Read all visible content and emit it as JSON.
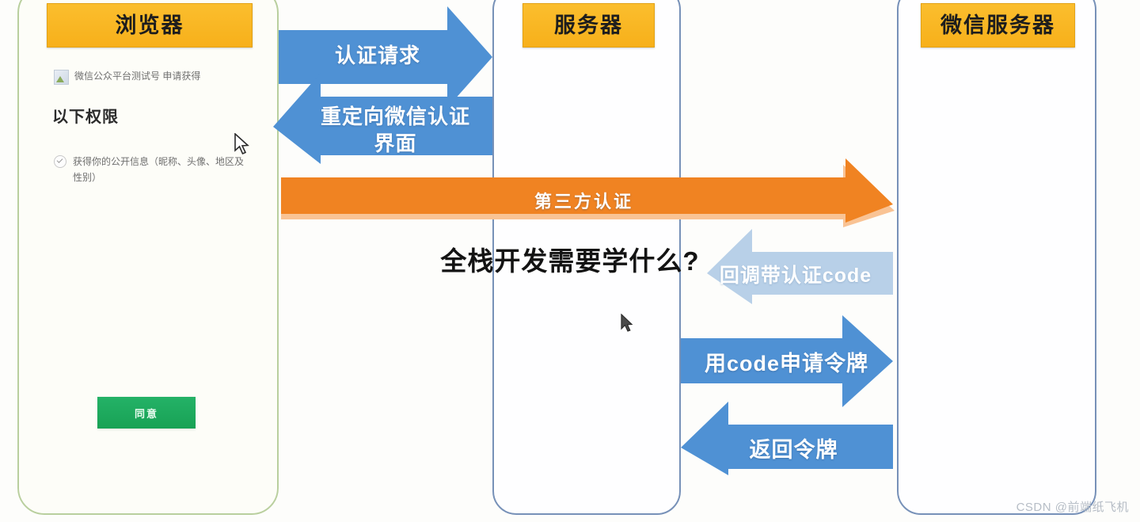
{
  "lanes": [
    {
      "id": "browser",
      "title": "浏览器"
    },
    {
      "id": "server",
      "title": "服务器"
    },
    {
      "id": "wechat",
      "title": "微信服务器"
    }
  ],
  "browser_panel": {
    "app_name": "微信公众平台测试号 申请获得",
    "heading": "以下权限",
    "permission": "获得你的公开信息（昵称、头像、地区及性别）",
    "agree_button": "同意",
    "app_icon": "broken-image-icon",
    "check_icon": "check-circle-icon"
  },
  "arrows": [
    {
      "id": "auth-request",
      "label": "认证请求",
      "direction": "right",
      "color": "#4f91d4",
      "from": "browser",
      "to": "server"
    },
    {
      "id": "redirect",
      "label": "重定向微信认证\n界面",
      "direction": "left",
      "color": "#4f91d4",
      "from": "server",
      "to": "browser"
    },
    {
      "id": "third-party",
      "label": "第三方认证",
      "direction": "right",
      "color": "#f08322",
      "from": "browser",
      "to": "wechat"
    },
    {
      "id": "callback-code",
      "label": "回调带认证code",
      "direction": "left",
      "color": "#b8d0e8",
      "from": "wechat",
      "to": "server"
    },
    {
      "id": "token-request",
      "label": "用code申请令牌",
      "direction": "right",
      "color": "#4f91d4",
      "from": "server",
      "to": "wechat"
    },
    {
      "id": "token-return",
      "label": "返回令牌",
      "direction": "left",
      "color": "#4f91d4",
      "from": "wechat",
      "to": "server"
    }
  ],
  "overlay": {
    "headline": "全栈开发需要学什么?"
  },
  "watermark": "CSDN @前端纸飞机",
  "colors": {
    "arrow_blue": "#4f91d4",
    "arrow_light_blue": "#b8d0e8",
    "arrow_orange": "#f08322",
    "arrow_orange_shadow": "#f9c394",
    "title_yellow": "#fcb827",
    "button_green": "#1eaa5d",
    "browser_border": "#b9cf9e",
    "server_border": "#7791b8"
  }
}
